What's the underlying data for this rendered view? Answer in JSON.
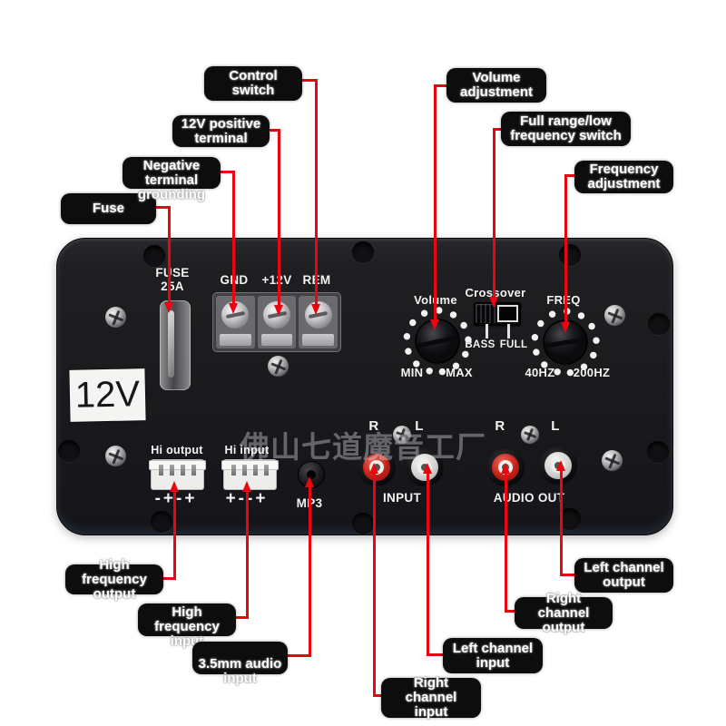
{
  "colors": {
    "callout_line": "#ea0511",
    "pill_background": "#0d0d0d",
    "pill_text": "#fdfdfd",
    "board_background": "#1a1a1d",
    "rca_red": "#c32017",
    "rca_white": "#d2d2d1"
  },
  "watermark": "佛山七道魔音工厂",
  "callouts": {
    "fuse": "Fuse",
    "negative_terminal": "Negative\nterminal\ngrounding",
    "positive_terminal": "12V positive\nterminal",
    "control_switch": "Control\nswitch",
    "volume_adjustment": "Volume\nadjustment",
    "full_range_switch": "Full range/low\nfrequency switch",
    "frequency_adjustment": "Frequency\nadjustment",
    "high_frequency_output": "High\nfrequency\noutput",
    "high_frequency_input": "High\nfrequency\ninput",
    "audio_input_35mm": "3.5mm audio\ninput",
    "right_channel_input": "Right\nchannel\ninput",
    "left_channel_input": "Left channel\ninput",
    "right_channel_output": "Right\nchannel\noutput",
    "left_channel_output": "Left channel\noutput"
  },
  "board": {
    "sticker": "12V",
    "fuse_label": "FUSE\n25A",
    "power_terminals": [
      "GND",
      "+12V",
      "REM"
    ],
    "volume": {
      "label": "Volume",
      "min": "MIN",
      "max": "MAX"
    },
    "crossover": {
      "label": "Crossover",
      "left": "BASS",
      "right": "FULL"
    },
    "freq": {
      "label": "FREQ",
      "min": "40HZ",
      "max": "200HZ"
    },
    "hi_output": {
      "label": "Hi output",
      "polarity": "-+-+"
    },
    "hi_input": {
      "label": "Hi input",
      "polarity": "+--+"
    },
    "mp3_label": "MP3",
    "input_group": {
      "right": "R",
      "left": "L",
      "label": "INPUT"
    },
    "audio_out_group": {
      "right": "R",
      "left": "L",
      "label": "AUDIO OUT"
    }
  }
}
